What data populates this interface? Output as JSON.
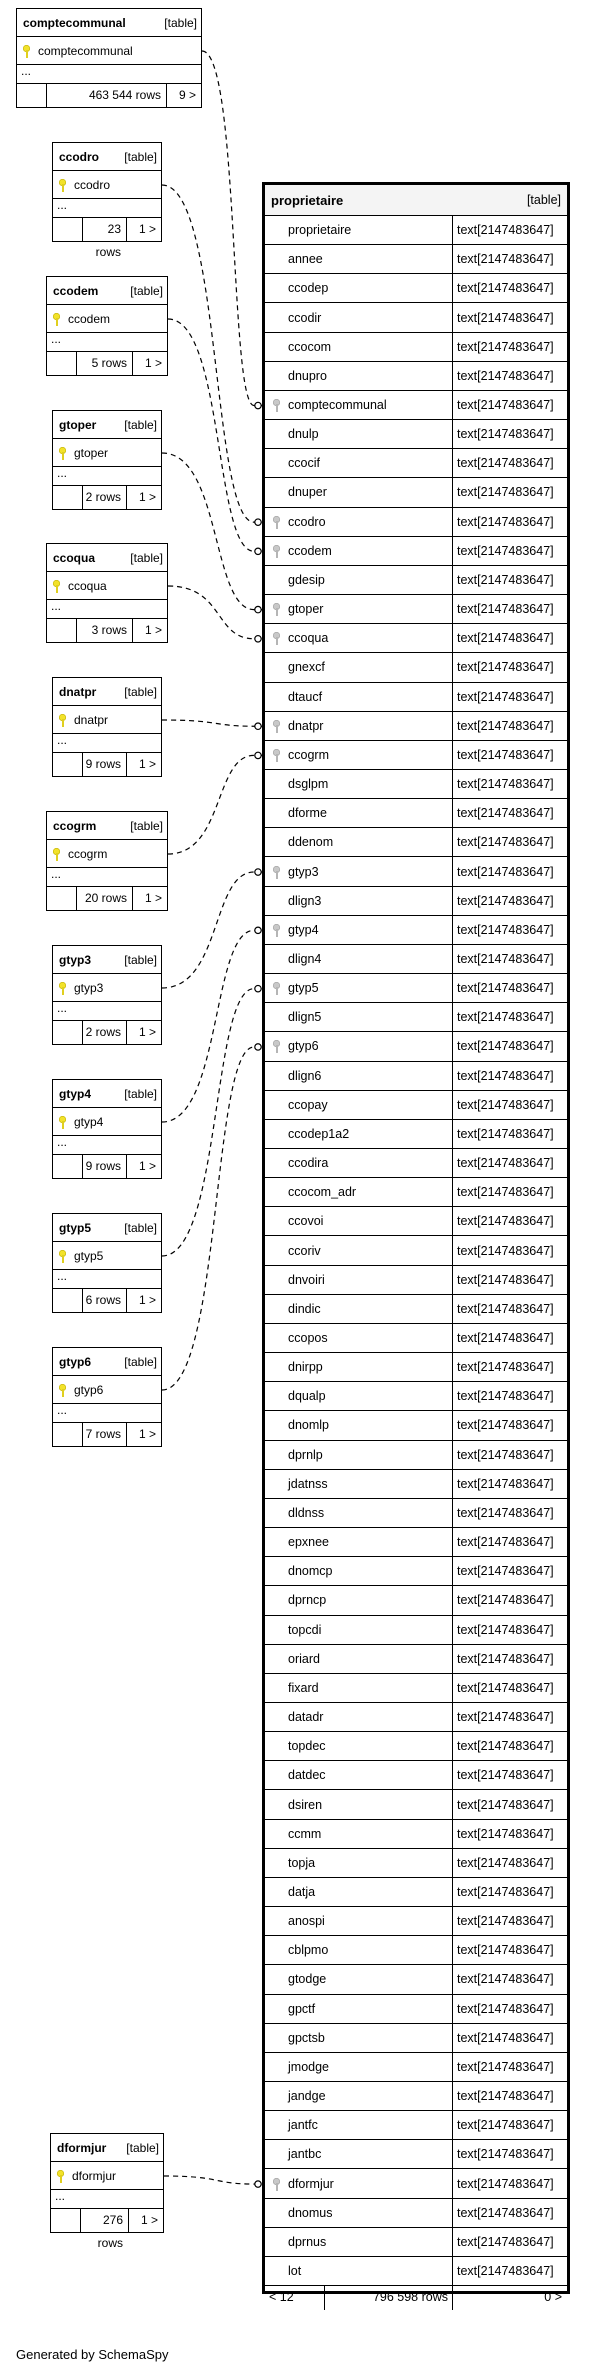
{
  "main_table": {
    "name": "proprietaire",
    "kind": "[table]",
    "columns": [
      {
        "name": "proprietaire",
        "type": "text[2147483647]",
        "key": false
      },
      {
        "name": "annee",
        "type": "text[2147483647]",
        "key": false
      },
      {
        "name": "ccodep",
        "type": "text[2147483647]",
        "key": false
      },
      {
        "name": "ccodir",
        "type": "text[2147483647]",
        "key": false
      },
      {
        "name": "ccocom",
        "type": "text[2147483647]",
        "key": false
      },
      {
        "name": "dnupro",
        "type": "text[2147483647]",
        "key": false
      },
      {
        "name": "comptecommunal",
        "type": "text[2147483647]",
        "key": true
      },
      {
        "name": "dnulp",
        "type": "text[2147483647]",
        "key": false
      },
      {
        "name": "ccocif",
        "type": "text[2147483647]",
        "key": false
      },
      {
        "name": "dnuper",
        "type": "text[2147483647]",
        "key": false
      },
      {
        "name": "ccodro",
        "type": "text[2147483647]",
        "key": true
      },
      {
        "name": "ccodem",
        "type": "text[2147483647]",
        "key": true
      },
      {
        "name": "gdesip",
        "type": "text[2147483647]",
        "key": false
      },
      {
        "name": "gtoper",
        "type": "text[2147483647]",
        "key": true
      },
      {
        "name": "ccoqua",
        "type": "text[2147483647]",
        "key": true
      },
      {
        "name": "gnexcf",
        "type": "text[2147483647]",
        "key": false
      },
      {
        "name": "dtaucf",
        "type": "text[2147483647]",
        "key": false
      },
      {
        "name": "dnatpr",
        "type": "text[2147483647]",
        "key": true
      },
      {
        "name": "ccogrm",
        "type": "text[2147483647]",
        "key": true
      },
      {
        "name": "dsglpm",
        "type": "text[2147483647]",
        "key": false
      },
      {
        "name": "dforme",
        "type": "text[2147483647]",
        "key": false
      },
      {
        "name": "ddenom",
        "type": "text[2147483647]",
        "key": false
      },
      {
        "name": "gtyp3",
        "type": "text[2147483647]",
        "key": true
      },
      {
        "name": "dlign3",
        "type": "text[2147483647]",
        "key": false
      },
      {
        "name": "gtyp4",
        "type": "text[2147483647]",
        "key": true
      },
      {
        "name": "dlign4",
        "type": "text[2147483647]",
        "key": false
      },
      {
        "name": "gtyp5",
        "type": "text[2147483647]",
        "key": true
      },
      {
        "name": "dlign5",
        "type": "text[2147483647]",
        "key": false
      },
      {
        "name": "gtyp6",
        "type": "text[2147483647]",
        "key": true
      },
      {
        "name": "dlign6",
        "type": "text[2147483647]",
        "key": false
      },
      {
        "name": "ccopay",
        "type": "text[2147483647]",
        "key": false
      },
      {
        "name": "ccodep1a2",
        "type": "text[2147483647]",
        "key": false
      },
      {
        "name": "ccodira",
        "type": "text[2147483647]",
        "key": false
      },
      {
        "name": "ccocom_adr",
        "type": "text[2147483647]",
        "key": false
      },
      {
        "name": "ccovoi",
        "type": "text[2147483647]",
        "key": false
      },
      {
        "name": "ccoriv",
        "type": "text[2147483647]",
        "key": false
      },
      {
        "name": "dnvoiri",
        "type": "text[2147483647]",
        "key": false
      },
      {
        "name": "dindic",
        "type": "text[2147483647]",
        "key": false
      },
      {
        "name": "ccopos",
        "type": "text[2147483647]",
        "key": false
      },
      {
        "name": "dnirpp",
        "type": "text[2147483647]",
        "key": false
      },
      {
        "name": "dqualp",
        "type": "text[2147483647]",
        "key": false
      },
      {
        "name": "dnomlp",
        "type": "text[2147483647]",
        "key": false
      },
      {
        "name": "dprnlp",
        "type": "text[2147483647]",
        "key": false
      },
      {
        "name": "jdatnss",
        "type": "text[2147483647]",
        "key": false
      },
      {
        "name": "dldnss",
        "type": "text[2147483647]",
        "key": false
      },
      {
        "name": "epxnee",
        "type": "text[2147483647]",
        "key": false
      },
      {
        "name": "dnomcp",
        "type": "text[2147483647]",
        "key": false
      },
      {
        "name": "dprncp",
        "type": "text[2147483647]",
        "key": false
      },
      {
        "name": "topcdi",
        "type": "text[2147483647]",
        "key": false
      },
      {
        "name": "oriard",
        "type": "text[2147483647]",
        "key": false
      },
      {
        "name": "fixard",
        "type": "text[2147483647]",
        "key": false
      },
      {
        "name": "datadr",
        "type": "text[2147483647]",
        "key": false
      },
      {
        "name": "topdec",
        "type": "text[2147483647]",
        "key": false
      },
      {
        "name": "datdec",
        "type": "text[2147483647]",
        "key": false
      },
      {
        "name": "dsiren",
        "type": "text[2147483647]",
        "key": false
      },
      {
        "name": "ccmm",
        "type": "text[2147483647]",
        "key": false
      },
      {
        "name": "topja",
        "type": "text[2147483647]",
        "key": false
      },
      {
        "name": "datja",
        "type": "text[2147483647]",
        "key": false
      },
      {
        "name": "anospi",
        "type": "text[2147483647]",
        "key": false
      },
      {
        "name": "cblpmo",
        "type": "text[2147483647]",
        "key": false
      },
      {
        "name": "gtodge",
        "type": "text[2147483647]",
        "key": false
      },
      {
        "name": "gpctf",
        "type": "text[2147483647]",
        "key": false
      },
      {
        "name": "gpctsb",
        "type": "text[2147483647]",
        "key": false
      },
      {
        "name": "jmodge",
        "type": "text[2147483647]",
        "key": false
      },
      {
        "name": "jandge",
        "type": "text[2147483647]",
        "key": false
      },
      {
        "name": "jantfc",
        "type": "text[2147483647]",
        "key": false
      },
      {
        "name": "jantbc",
        "type": "text[2147483647]",
        "key": false
      },
      {
        "name": "dformjur",
        "type": "text[2147483647]",
        "key": true
      },
      {
        "name": "dnomus",
        "type": "text[2147483647]",
        "key": false
      },
      {
        "name": "dprnus",
        "type": "text[2147483647]",
        "key": false
      },
      {
        "name": "lot",
        "type": "text[2147483647]",
        "key": false
      }
    ],
    "footer_left": "< 12",
    "footer_rows": "796 598 rows",
    "footer_right": "0 >"
  },
  "ref_tables": [
    {
      "name": "comptecommunal",
      "kind": "[table]",
      "column": "comptecommunal",
      "dots": "...",
      "rows": "463 544 rows",
      "rel": "9 >"
    },
    {
      "name": "ccodro",
      "kind": "[table]",
      "column": "ccodro",
      "dots": "...",
      "rows": "23 rows",
      "rel": "1 >"
    },
    {
      "name": "ccodem",
      "kind": "[table]",
      "column": "ccodem",
      "dots": "...",
      "rows": "5 rows",
      "rel": "1 >"
    },
    {
      "name": "gtoper",
      "kind": "[table]",
      "column": "gtoper",
      "dots": "...",
      "rows": "2 rows",
      "rel": "1 >"
    },
    {
      "name": "ccoqua",
      "kind": "[table]",
      "column": "ccoqua",
      "dots": "...",
      "rows": "3 rows",
      "rel": "1 >"
    },
    {
      "name": "dnatpr",
      "kind": "[table]",
      "column": "dnatpr",
      "dots": "...",
      "rows": "9 rows",
      "rel": "1 >"
    },
    {
      "name": "ccogrm",
      "kind": "[table]",
      "column": "ccogrm",
      "dots": "...",
      "rows": "20 rows",
      "rel": "1 >"
    },
    {
      "name": "gtyp3",
      "kind": "[table]",
      "column": "gtyp3",
      "dots": "...",
      "rows": "2 rows",
      "rel": "1 >"
    },
    {
      "name": "gtyp4",
      "kind": "[table]",
      "column": "gtyp4",
      "dots": "...",
      "rows": "9 rows",
      "rel": "1 >"
    },
    {
      "name": "gtyp5",
      "kind": "[table]",
      "column": "gtyp5",
      "dots": "...",
      "rows": "6 rows",
      "rel": "1 >"
    },
    {
      "name": "gtyp6",
      "kind": "[table]",
      "column": "gtyp6",
      "dots": "...",
      "rows": "7 rows",
      "rel": "1 >"
    },
    {
      "name": "dformjur",
      "kind": "[table]",
      "column": "dformjur",
      "dots": "...",
      "rows": "276 rows",
      "rel": "1 >"
    }
  ],
  "generated_by": "Generated by SchemaSpy"
}
